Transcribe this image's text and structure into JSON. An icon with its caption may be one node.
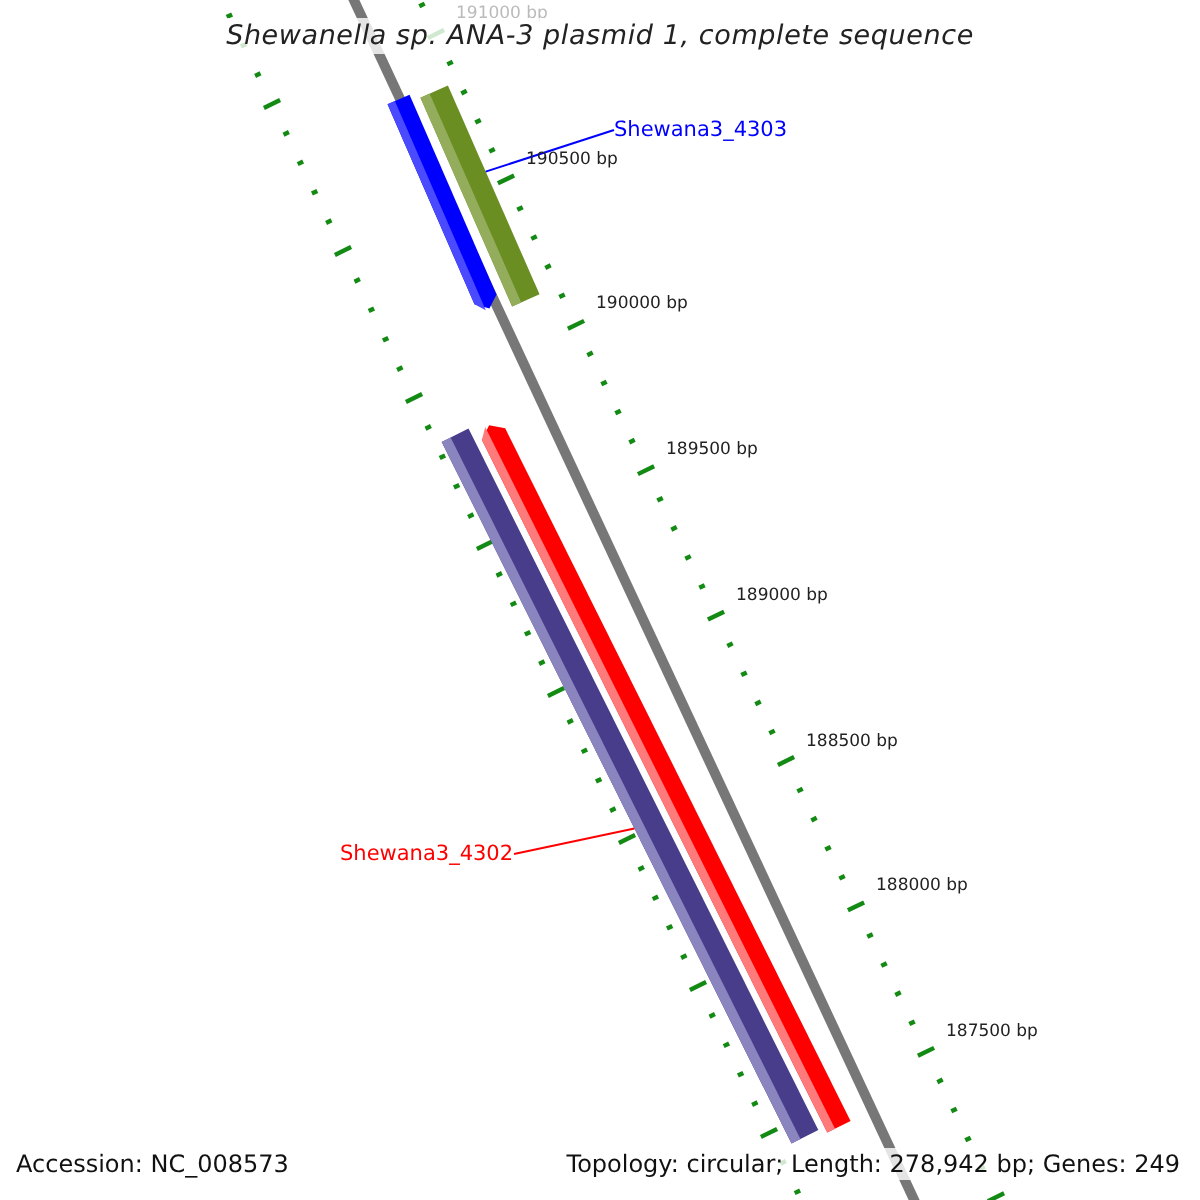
{
  "diagram": {
    "title": "Shewanella sp. ANA-3 plasmid 1, complete sequence",
    "nodes": [
      {
        "text": [
          "Shewana3_4303"
        ]
      },
      {
        "text": [
          "Shewana3_4302"
        ]
      }
    ],
    "edges": [
      {
        "from": 0,
        "to": null,
        "arrow": "none",
        "color": "#0000ff"
      },
      {
        "from": 1,
        "to": null,
        "arrow": "none",
        "color": "#ff0000"
      }
    ],
    "labels": [
      "191000 bp",
      "190500 bp",
      "190000 bp",
      "189500 bp",
      "189000 bp",
      "188500 bp",
      "188000 bp",
      "187500 bp",
      "Accession: NC_008573",
      "Topology: circular; Length: 278,942 bp; Genes: 249"
    ]
  }
}
